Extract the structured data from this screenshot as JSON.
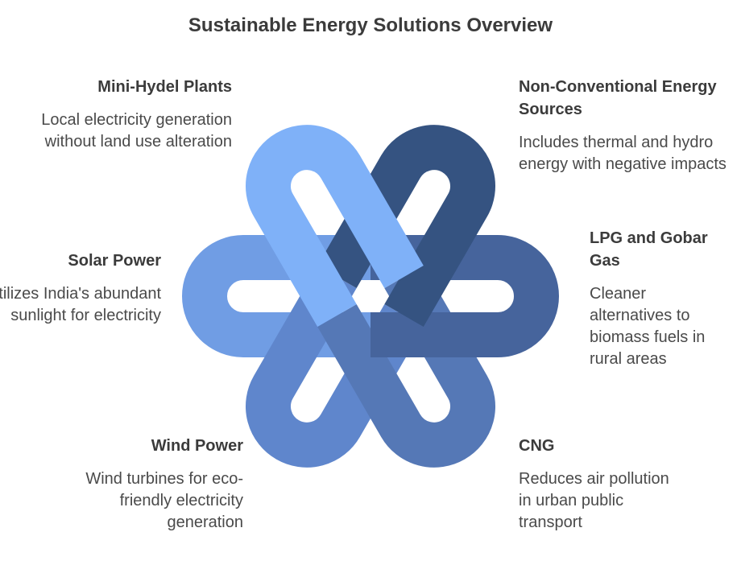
{
  "title": "Sustainable Energy Solutions Overview",
  "colors": {
    "mini_hydel": "#7fb1f8",
    "non_conventional": "#355381",
    "lpg_gobar": "#46649c",
    "cng": "#5578b6",
    "wind": "#5f86cc",
    "solar": "#709de4"
  },
  "items": [
    {
      "id": "mini_hydel",
      "title": "Mini-Hydel Plants",
      "description": "Local electricity generation without land use alteration"
    },
    {
      "id": "non_conventional",
      "title": "Non-Conventional Energy Sources",
      "description": "Includes thermal and hydro energy with negative impacts"
    },
    {
      "id": "lpg_gobar",
      "title": "LPG and Gobar Gas",
      "description": "Cleaner alternatives to biomass fuels in rural areas"
    },
    {
      "id": "cng",
      "title": "CNG",
      "description": "Reduces air pollution in urban public transport"
    },
    {
      "id": "wind",
      "title": "Wind Power",
      "description": "Wind turbines for eco-friendly electricity generation"
    },
    {
      "id": "solar",
      "title": "Solar Power",
      "description": "Utilizes India's abundant sunlight for electricity"
    }
  ]
}
